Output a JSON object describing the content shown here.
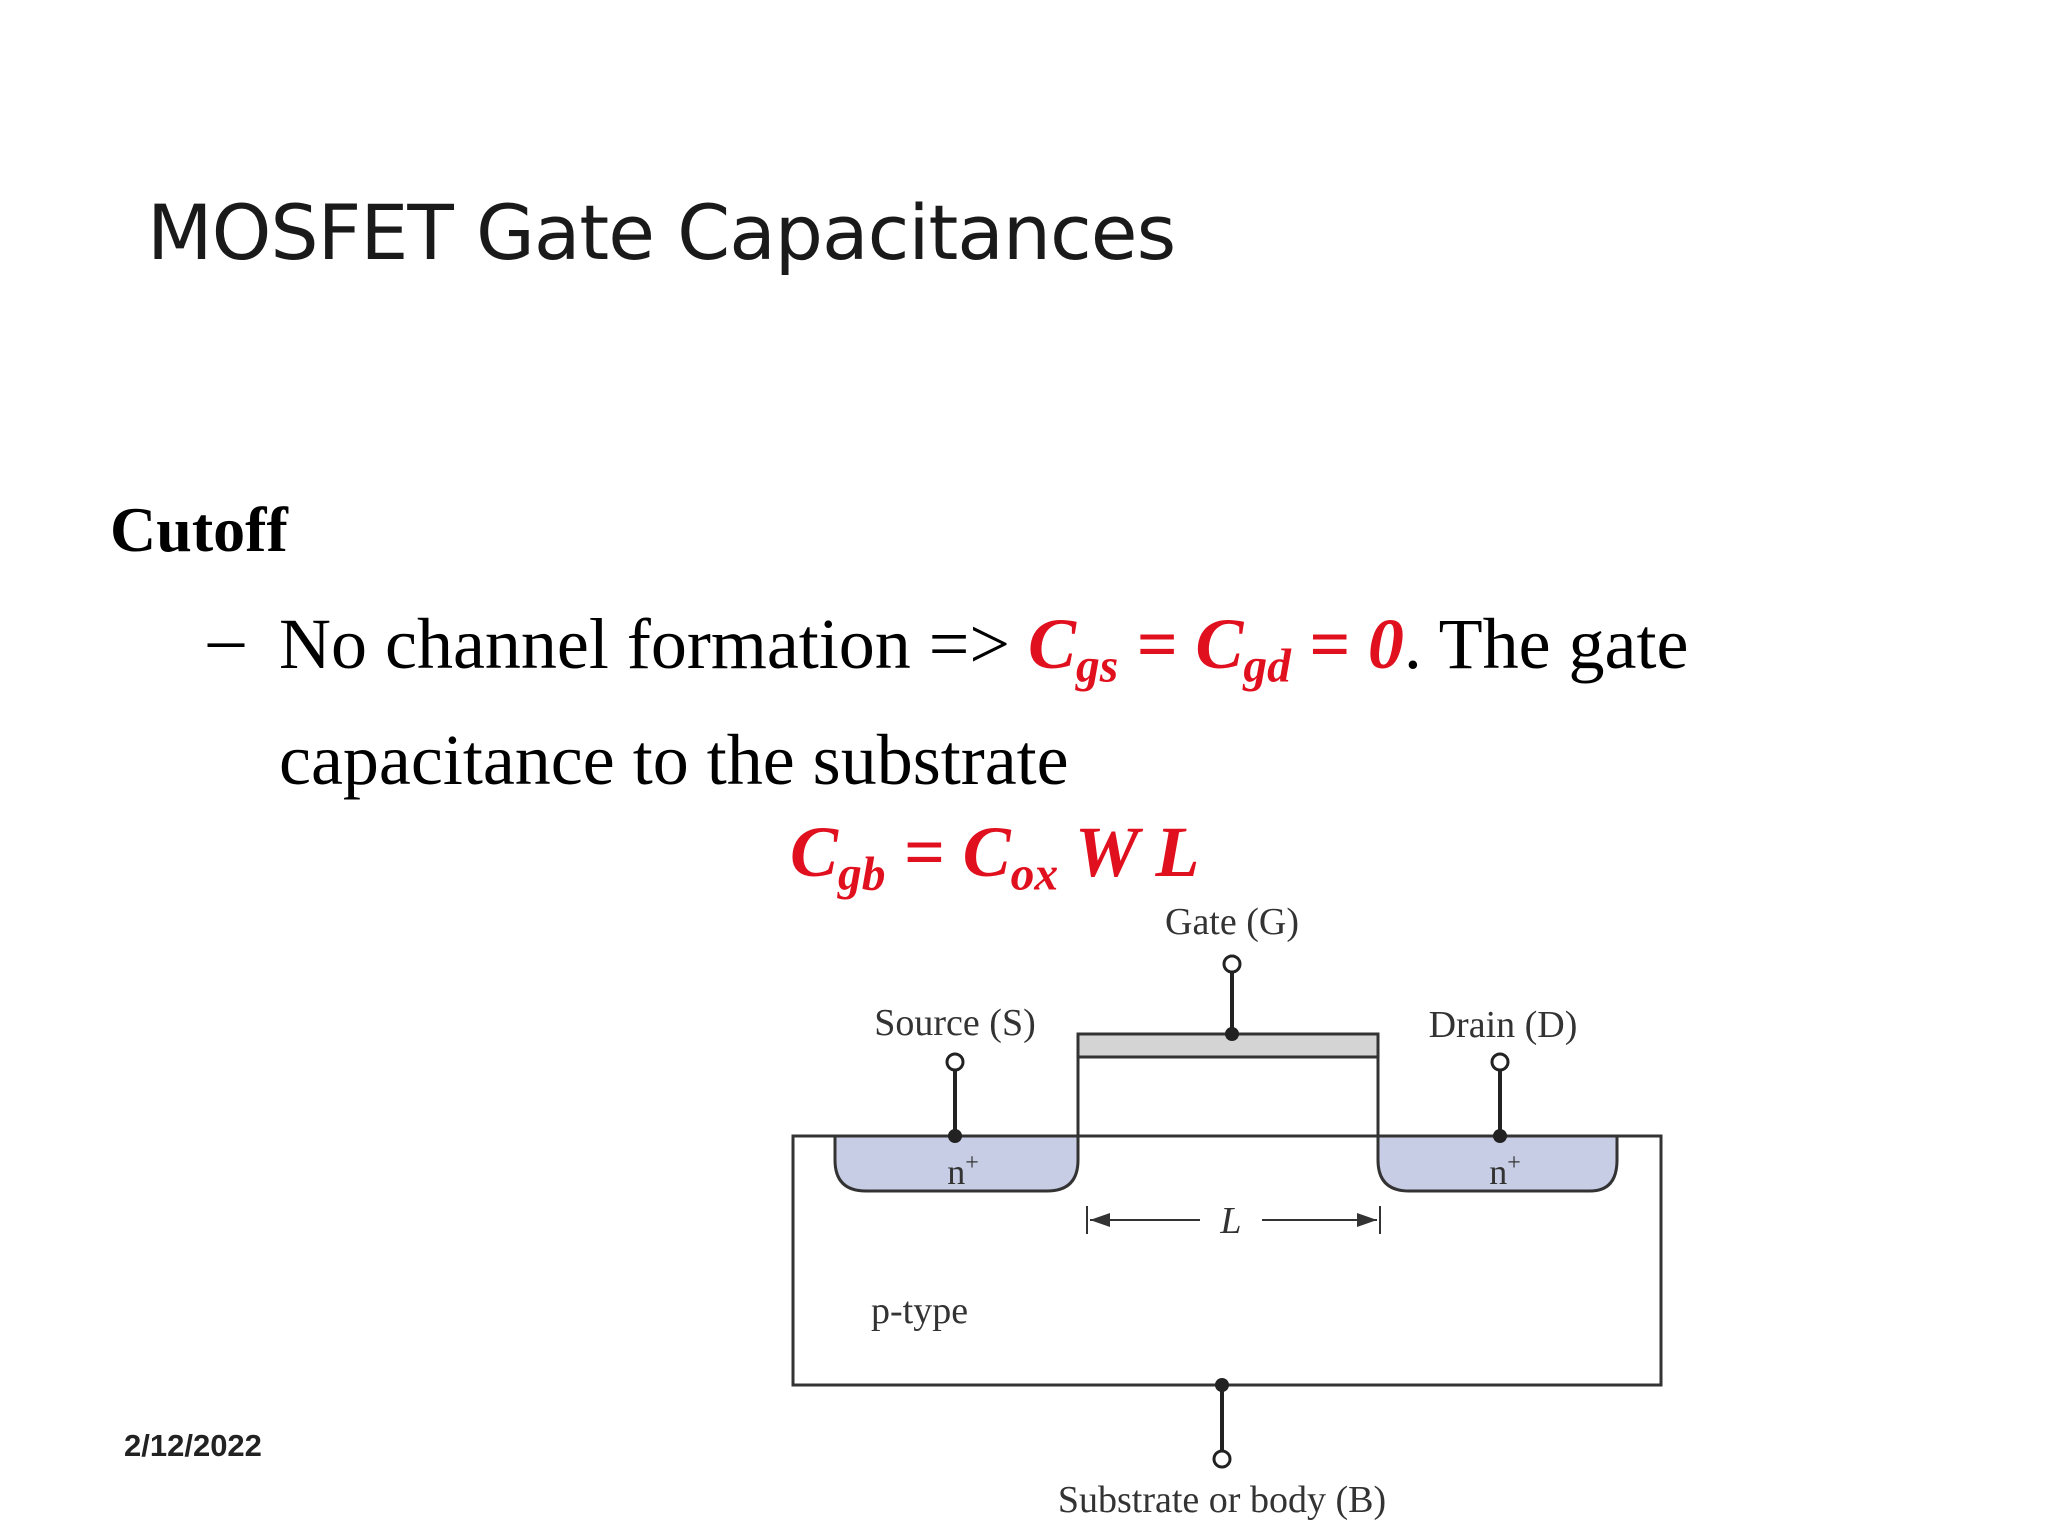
{
  "slide": {
    "title": "MOSFET Gate Capacitances",
    "section": "Cutoff",
    "bullet": {
      "dash": "–",
      "text_1": "No channel formation => ",
      "cgs_c": "C",
      "cgs_sub": "gs",
      "eq1": " = ",
      "cgd_c": "C",
      "cgd_sub": "gd",
      "eq2": " = 0",
      "text_2": ". The gate capacitance to the substrate"
    },
    "formula": {
      "cgb_c": "C",
      "cgb_sub": "gb",
      "eq": " = ",
      "cox_c": "C",
      "cox_sub": "ox",
      "rest": " W L"
    },
    "date": "2/12/2022"
  },
  "diagram": {
    "gate_label": "Gate (G)",
    "source_label": "Source (S)",
    "drain_label": "Drain (D)",
    "source_doping": "n",
    "drain_doping": "n",
    "doping_sup": "+",
    "length_label": "L",
    "substrate_type": "p-type",
    "body_label": "Substrate or body (B)"
  },
  "colors": {
    "accent": "#e0101e",
    "well_fill": "#c8cde6",
    "oxide_fill": "#d4d4d4"
  }
}
